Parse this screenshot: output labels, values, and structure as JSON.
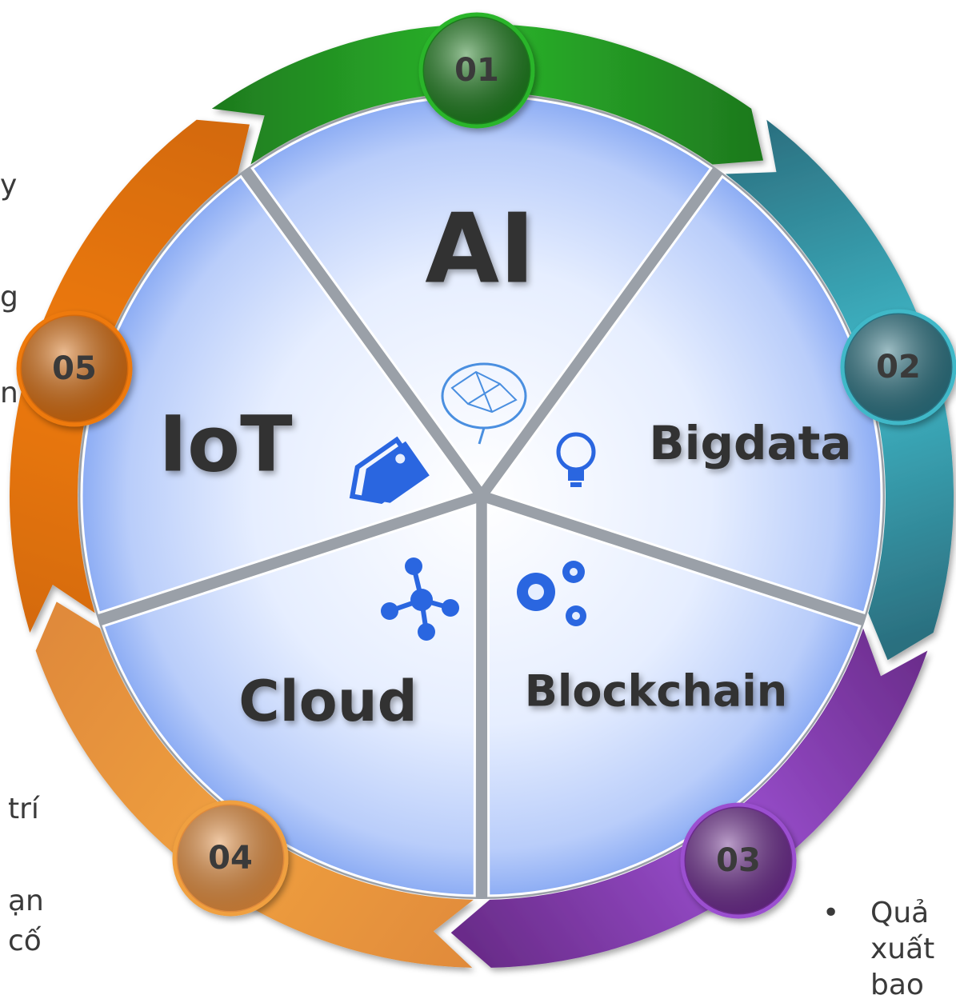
{
  "diagram": {
    "segments": [
      {
        "number": "01",
        "label": "AI",
        "icon": "brain-icon",
        "ring_color": "#1e7a1e",
        "accent": "#2bb52b"
      },
      {
        "number": "02",
        "label": "Bigdata",
        "icon": "lightbulb-icon",
        "ring_color": "#2b6f7f",
        "accent": "#3fb8c8"
      },
      {
        "number": "03",
        "label": "Blockchain",
        "icon": "gears-icon",
        "ring_color": "#6a2c8a",
        "accent": "#9b4fd0"
      },
      {
        "number": "04",
        "label": "Cloud",
        "icon": "network-nodes-icon",
        "ring_color": "#e08a3a",
        "accent": "#f0a040"
      },
      {
        "number": "05",
        "label": "IoT",
        "icon": "tags-icon",
        "ring_color": "#d46a10",
        "accent": "#ee7a10"
      }
    ]
  },
  "side_text": {
    "left_fragments": [
      "y",
      "g",
      "n",
      "trí",
      "ạn",
      "cố"
    ],
    "right_bullet": "•",
    "right_fragments": [
      "Quả",
      "xuất",
      "bao"
    ]
  }
}
